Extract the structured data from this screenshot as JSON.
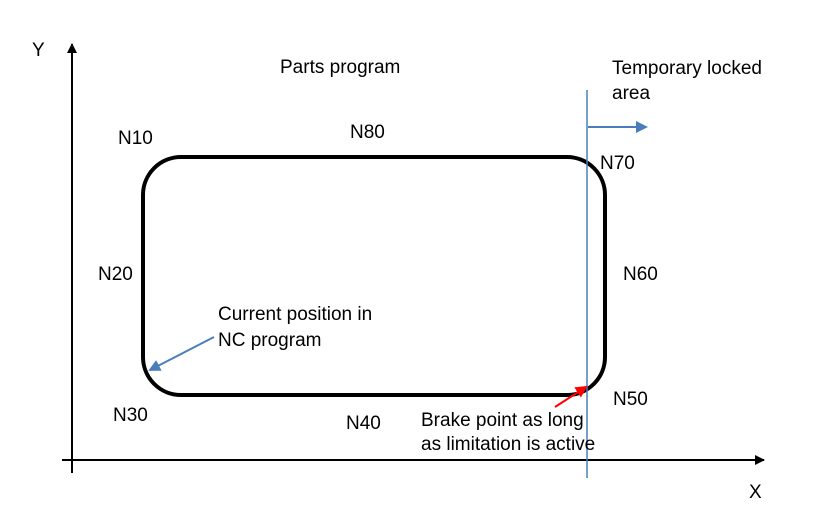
{
  "axes": {
    "x_label": "X",
    "y_label": "Y"
  },
  "title": "Parts program",
  "locked_area": {
    "label_line1": "Temporary locked",
    "label_line2": "area"
  },
  "blocks": {
    "n10": "N10",
    "n20": "N20",
    "n30": "N30",
    "n40": "N40",
    "n50": "N50",
    "n60": "N60",
    "n70": "N70",
    "n80": "N80"
  },
  "annotations": {
    "current_position_line1": "Current position in",
    "current_position_line2": "NC program",
    "brake_point_line1": "Brake point as long",
    "brake_point_line2": "as limitation is active"
  },
  "colors": {
    "limit_line": "#4a7ebb",
    "current_position_arrow": "#4a7ebb",
    "brake_point_arrow": "#ff0000",
    "contour": "#000000"
  }
}
